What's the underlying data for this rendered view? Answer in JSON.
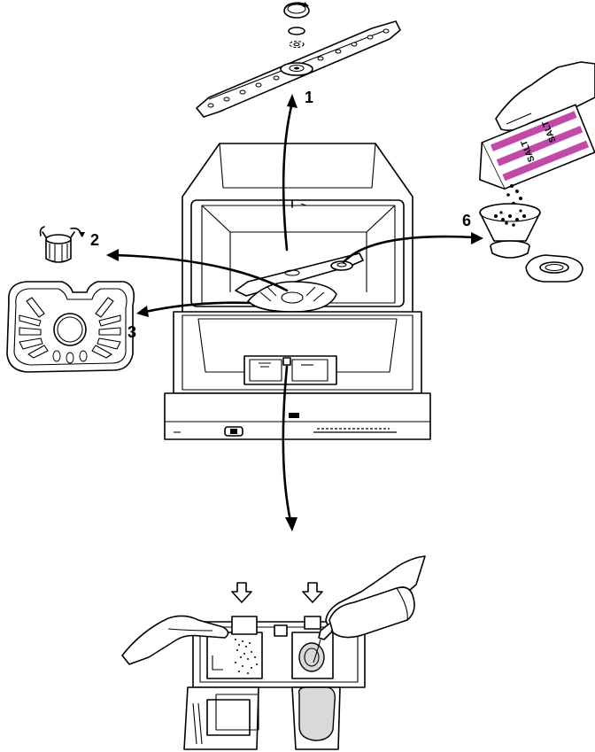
{
  "callouts": {
    "c1": "1",
    "c2": "2",
    "c3": "3",
    "c6": "6"
  },
  "salt_bag": {
    "text_a": "SALT",
    "text_b": "SALT"
  },
  "colors": {
    "line": "#000000",
    "background": "#ffffff",
    "salt_stripe": "#c14aa8"
  }
}
